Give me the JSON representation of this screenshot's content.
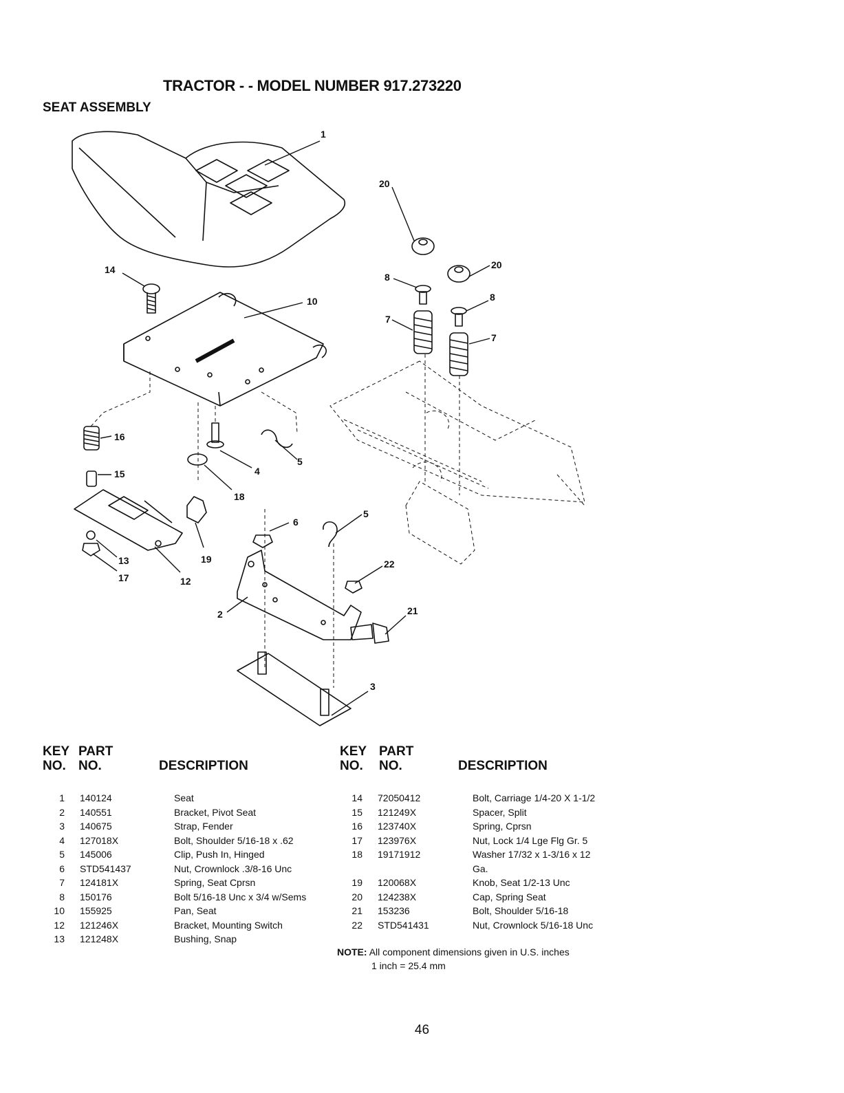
{
  "header": {
    "title": "TRACTOR - - MODEL NUMBER 917.273220",
    "subtitle": "SEAT ASSEMBLY"
  },
  "diagram": {
    "callouts": [
      "1",
      "14",
      "10",
      "16",
      "15",
      "13",
      "17",
      "12",
      "4",
      "5",
      "18",
      "19",
      "6",
      "5",
      "2",
      "22",
      "21",
      "3",
      "20",
      "20",
      "8",
      "8",
      "7",
      "7"
    ]
  },
  "table": {
    "headers": {
      "key_top": "KEY",
      "key_bottom": "NO.",
      "part_top": "PART",
      "part_bottom": "NO.",
      "description": "DESCRIPTION"
    },
    "left_rows": [
      {
        "key": "1",
        "part": "140124",
        "desc": "Seat"
      },
      {
        "key": "2",
        "part": "140551",
        "desc": "Bracket, Pivot Seat"
      },
      {
        "key": "3",
        "part": "140675",
        "desc": "Strap, Fender"
      },
      {
        "key": "4",
        "part": "127018X",
        "desc": "Bolt, Shoulder 5/16-18 x .62"
      },
      {
        "key": "5",
        "part": "145006",
        "desc": "Clip, Push In, Hinged"
      },
      {
        "key": "6",
        "part": "STD541437",
        "desc": "Nut, Crownlock .3/8-16 Unc"
      },
      {
        "key": "7",
        "part": "124181X",
        "desc": "Spring, Seat Cprsn"
      },
      {
        "key": "8",
        "part": "150176",
        "desc": "Bolt 5/16-18 Unc x 3/4 w/Sems"
      },
      {
        "key": "10",
        "part": "155925",
        "desc": "Pan, Seat"
      },
      {
        "key": "12",
        "part": "121246X",
        "desc": "Bracket, Mounting Switch"
      },
      {
        "key": "13",
        "part": "121248X",
        "desc": "Bushing, Snap"
      }
    ],
    "right_rows": [
      {
        "key": "14",
        "part": "72050412",
        "desc": "Bolt, Carriage 1/4-20 X 1-1/2"
      },
      {
        "key": "15",
        "part": "121249X",
        "desc": "Spacer, Split"
      },
      {
        "key": "16",
        "part": "123740X",
        "desc": "Spring, Cprsn"
      },
      {
        "key": "17",
        "part": "123976X",
        "desc": "Nut, Lock 1/4 Lge Flg Gr. 5"
      },
      {
        "key": "18",
        "part": "19171912",
        "desc": "Washer 17/32 x 1-3/16 x 12"
      },
      {
        "key": "",
        "part": "",
        "desc": "Ga."
      },
      {
        "key": "19",
        "part": "120068X",
        "desc": "Knob, Seat 1/2-13 Unc"
      },
      {
        "key": "20",
        "part": "124238X",
        "desc": "Cap, Spring Seat"
      },
      {
        "key": "21",
        "part": "153236",
        "desc": "Bolt, Shoulder 5/16-18"
      },
      {
        "key": "22",
        "part": "STD541431",
        "desc": "Nut, Crownlock 5/16-18 Unc"
      }
    ]
  },
  "note": {
    "label": "NOTE:",
    "text": "All component dimensions given in U.S. inches",
    "conversion": "1 inch = 25.4 mm"
  },
  "page_number": "46"
}
